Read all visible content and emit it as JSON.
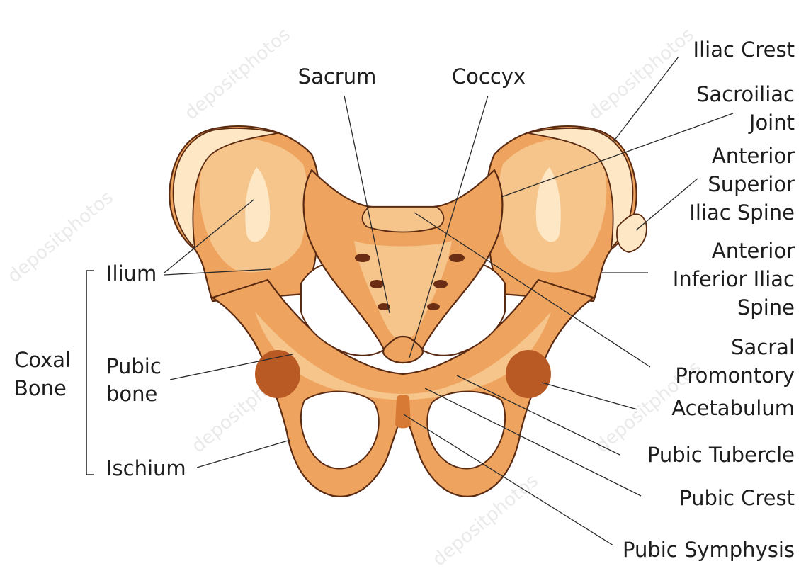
{
  "labels": {
    "sacrum": "Sacrum",
    "coccyx": "Coccyx",
    "iliac_crest": "Iliac Crest",
    "sacroiliac_joint": [
      "Sacroiliac",
      "Joint"
    ],
    "asis": [
      "Anterior",
      "Superior",
      "Iliac Spine"
    ],
    "aiis": [
      "Anterior",
      "Inferior Iliac",
      "Spine"
    ],
    "sacral_promontory": [
      "Sacral",
      "Promontory"
    ],
    "acetabulum": "Acetabulum",
    "pubic_tubercle": "Pubic Tubercle",
    "pubic_crest": "Pubic Crest",
    "pubic_symphysis": "Pubic Symphysis",
    "ilium": "Ilium",
    "pubic_bone": [
      "Pubic",
      "bone"
    ],
    "ischium": "Ischium",
    "coxal_bone": [
      "Coxal",
      "Bone"
    ]
  },
  "watermark": "depositphotos",
  "colors": {
    "bone_light": "#f6c58c",
    "bone_mid": "#eea45e",
    "bone_dark": "#d77a36",
    "bone_shadow": "#b95a24",
    "highlight": "#fde7c4",
    "outline": "#5a2a12",
    "foramen": "#6b2e14"
  }
}
